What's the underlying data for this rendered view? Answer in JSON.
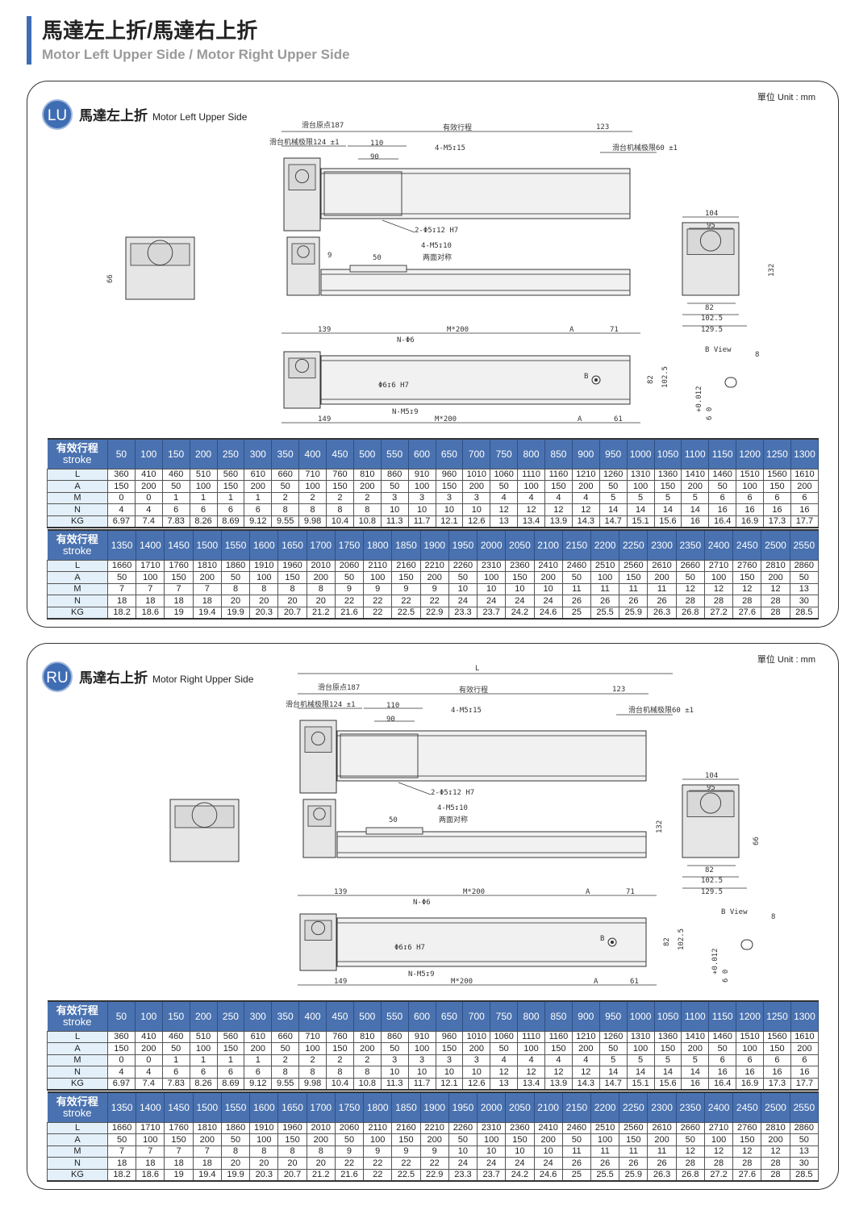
{
  "header": {
    "title": "馬達左上折/馬達右上折",
    "subtitle": "Motor Left Upper Side / Motor Right Upper Side"
  },
  "colors": {
    "accent": "#3f6db3",
    "table_header": "#4a72b0",
    "label_cell": "#e3f0fa"
  },
  "sections": [
    {
      "badge": "LU",
      "title_zh": "馬達左上折",
      "title_en": "Motor Left Upper Side",
      "unit": "單位 Unit : mm",
      "labels": {
        "L": "",
        "origin": "滑台原点187",
        "stroke": "有效行程",
        "d123": "123",
        "limit_left": "滑台机械极限124 ±1",
        "d110": "110",
        "d90": "90",
        "m5_15": "4-M5↧15",
        "limit_right": "滑台机械极限60 ±1",
        "pin": "2-Φ5↧12 H7",
        "m5_10": "4-M5↧10",
        "sym": "两面对称",
        "d50": "50",
        "d9": "9",
        "d66": "66",
        "d104": "104",
        "d95": "95",
        "d132": "132",
        "d82": "82",
        "d102_5": "102.5",
        "d129_5": "129.5",
        "d139": "139",
        "m200a": "M*200",
        "A1": "A",
        "d71": "71",
        "n6": "N-Φ6",
        "phi6": "Φ6↧6 H7",
        "B": "B",
        "nm5": "N-M5↧9",
        "d149": "149",
        "m200b": "M*200",
        "A2": "A",
        "d61": "61",
        "d82b": "82",
        "d102_5b": "102.5",
        "bview": "B View",
        "d8": "8",
        "tol": "+0.012",
        "tol6": "6  0"
      }
    },
    {
      "badge": "RU",
      "title_zh": "馬達右上折",
      "title_en": "Motor Right Upper Side",
      "unit": "單位 Unit : mm",
      "labels": {
        "L": "L",
        "origin": "滑台原点187",
        "stroke": "有效行程",
        "d123": "123",
        "limit_left": "滑台机械极限124 ±1",
        "d110": "110",
        "d90": "90",
        "m5_15": "4-M5↧15",
        "limit_right": "滑台机械极限60 ±1",
        "pin": "2-Φ5↧12 H7",
        "m5_10": "4-M5↧10",
        "sym": "两面对称",
        "d50": "50",
        "d9": "",
        "d66": "66",
        "d104": "104",
        "d95": "95",
        "d132": "132",
        "d82": "82",
        "d102_5": "102.5",
        "d129_5": "129.5",
        "d139": "139",
        "m200a": "M*200",
        "A1": "A",
        "d71": "71",
        "n6": "N-Φ6",
        "phi6": "Φ6↧6 H7",
        "B": "B",
        "nm5": "N-M5↧9",
        "d149": "149",
        "m200b": "M*200",
        "A2": "A",
        "d61": "61",
        "d82b": "82",
        "d102_5b": "102.5",
        "bview": "B View",
        "d8": "8",
        "tol": "+0.012",
        "tol6": "6  0"
      }
    }
  ],
  "tables": [
    {
      "header_zh": "有效行程",
      "header_en": "stroke",
      "strokes": [
        "50",
        "100",
        "150",
        "200",
        "250",
        "300",
        "350",
        "400",
        "450",
        "500",
        "550",
        "600",
        "650",
        "700",
        "750",
        "800",
        "850",
        "900",
        "950",
        "1000",
        "1050",
        "1100",
        "1150",
        "1200",
        "1250",
        "1300"
      ],
      "rows": [
        {
          "label": "L",
          "values": [
            "360",
            "410",
            "460",
            "510",
            "560",
            "610",
            "660",
            "710",
            "760",
            "810",
            "860",
            "910",
            "960",
            "1010",
            "1060",
            "1110",
            "1160",
            "1210",
            "1260",
            "1310",
            "1360",
            "1410",
            "1460",
            "1510",
            "1560",
            "1610"
          ]
        },
        {
          "label": "A",
          "values": [
            "150",
            "200",
            "50",
            "100",
            "150",
            "200",
            "50",
            "100",
            "150",
            "200",
            "50",
            "100",
            "150",
            "200",
            "50",
            "100",
            "150",
            "200",
            "50",
            "100",
            "150",
            "200",
            "50",
            "100",
            "150",
            "200"
          ]
        },
        {
          "label": "M",
          "values": [
            "0",
            "0",
            "1",
            "1",
            "1",
            "1",
            "2",
            "2",
            "2",
            "2",
            "3",
            "3",
            "3",
            "3",
            "4",
            "4",
            "4",
            "4",
            "5",
            "5",
            "5",
            "5",
            "6",
            "6",
            "6",
            "6"
          ]
        },
        {
          "label": "N",
          "values": [
            "4",
            "4",
            "6",
            "6",
            "6",
            "6",
            "8",
            "8",
            "8",
            "8",
            "10",
            "10",
            "10",
            "10",
            "12",
            "12",
            "12",
            "12",
            "14",
            "14",
            "14",
            "14",
            "16",
            "16",
            "16",
            "16"
          ]
        },
        {
          "label": "KG",
          "values": [
            "6.97",
            "7.4",
            "7.83",
            "8.26",
            "8.69",
            "9.12",
            "9.55",
            "9.98",
            "10.4",
            "10.8",
            "11.3",
            "11.7",
            "12.1",
            "12.6",
            "13",
            "13.4",
            "13.9",
            "14.3",
            "14.7",
            "15.1",
            "15.6",
            "16",
            "16.4",
            "16.9",
            "17.3",
            "17.7"
          ]
        }
      ]
    },
    {
      "header_zh": "有效行程",
      "header_en": "stroke",
      "strokes": [
        "1350",
        "1400",
        "1450",
        "1500",
        "1550",
        "1600",
        "1650",
        "1700",
        "1750",
        "1800",
        "1850",
        "1900",
        "1950",
        "2000",
        "2050",
        "2100",
        "2150",
        "2200",
        "2250",
        "2300",
        "2350",
        "2400",
        "2450",
        "2500",
        "2550"
      ],
      "rows": [
        {
          "label": "L",
          "values": [
            "1660",
            "1710",
            "1760",
            "1810",
            "1860",
            "1910",
            "1960",
            "2010",
            "2060",
            "2110",
            "2160",
            "2210",
            "2260",
            "2310",
            "2360",
            "2410",
            "2460",
            "2510",
            "2560",
            "2610",
            "2660",
            "2710",
            "2760",
            "2810",
            "2860"
          ]
        },
        {
          "label": "A",
          "values": [
            "50",
            "100",
            "150",
            "200",
            "50",
            "100",
            "150",
            "200",
            "50",
            "100",
            "150",
            "200",
            "50",
            "100",
            "150",
            "200",
            "50",
            "100",
            "150",
            "200",
            "50",
            "100",
            "150",
            "200",
            "50"
          ]
        },
        {
          "label": "M",
          "values": [
            "7",
            "7",
            "7",
            "7",
            "8",
            "8",
            "8",
            "8",
            "9",
            "9",
            "9",
            "9",
            "10",
            "10",
            "10",
            "10",
            "11",
            "11",
            "11",
            "11",
            "12",
            "12",
            "12",
            "12",
            "13"
          ]
        },
        {
          "label": "N",
          "values": [
            "18",
            "18",
            "18",
            "18",
            "20",
            "20",
            "20",
            "20",
            "22",
            "22",
            "22",
            "22",
            "24",
            "24",
            "24",
            "24",
            "26",
            "26",
            "26",
            "26",
            "28",
            "28",
            "28",
            "28",
            "30"
          ]
        },
        {
          "label": "KG",
          "values": [
            "18.2",
            "18.6",
            "19",
            "19.4",
            "19.9",
            "20.3",
            "20.7",
            "21.2",
            "21.6",
            "22",
            "22.5",
            "22.9",
            "23.3",
            "23.7",
            "24.2",
            "24.6",
            "25",
            "25.5",
            "25.9",
            "26.3",
            "26.8",
            "27.2",
            "27.6",
            "28",
            "28.5"
          ]
        }
      ]
    }
  ]
}
